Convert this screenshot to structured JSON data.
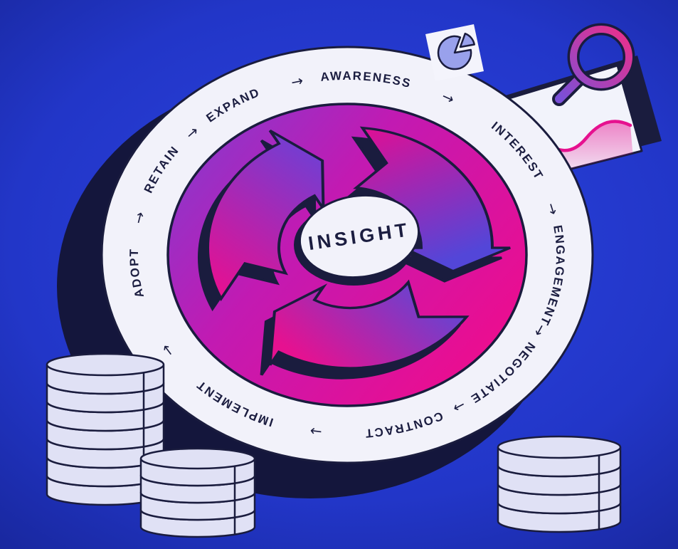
{
  "flywheel": {
    "center_label": "INSIGHT",
    "stages": [
      "AWARENESS",
      "INTEREST",
      "ENGAGEMENT",
      "NEGOTIATE",
      "CONTRACT",
      "IMPLEMENT",
      "ADOPT",
      "RETAIN",
      "EXPAND"
    ],
    "flow_arrow_glyph": "→"
  },
  "decorations": {
    "pie_chart_card_icon": "pie-chart-icon",
    "chart_page_icon": "line-chart-page-icon",
    "magnifier_icon": "magnifying-glass-icon",
    "coin_stack_icons": [
      "coin-stack-left-tall",
      "coin-stack-left-front",
      "coin-stack-right"
    ]
  },
  "colors": {
    "background_center": "#2b43e0",
    "background_edge": "#0e1877",
    "outline": "#1a1c3e",
    "ring": "#f2f2fa",
    "magenta": "#e60d8e",
    "purple": "#7a3fd4",
    "indigo": "#5346d8",
    "blue": "#4650e2",
    "coin": "#e0e1f5",
    "label": "#1b1d40"
  }
}
